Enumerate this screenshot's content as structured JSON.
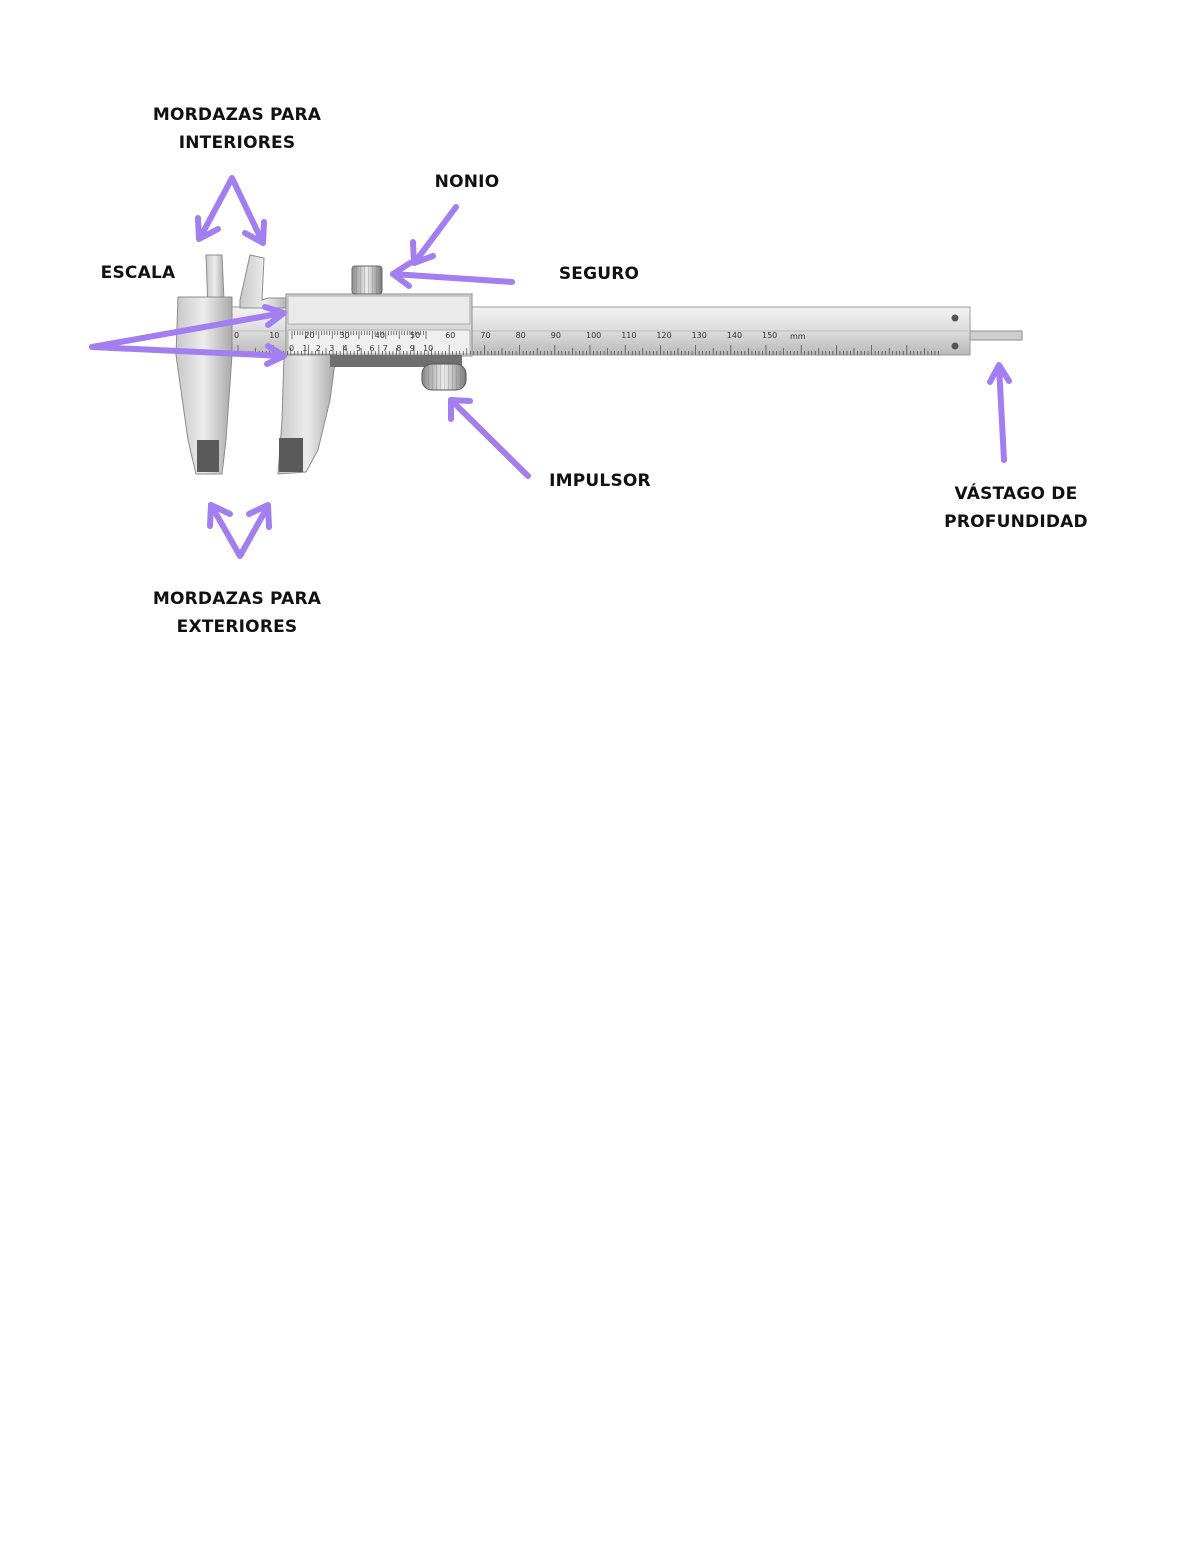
{
  "labels": {
    "inside_jaws": [
      "MORDAZAS PARA",
      "INTERIORES"
    ],
    "vernier": "NONIO",
    "scale": "ESCALA",
    "lock": "SEGURO",
    "thumb_screw": "IMPULSOR",
    "depth_rod": [
      "VÁSTAGO DE",
      "PROFUNDIDAD"
    ],
    "outside_jaws": [
      "MORDAZAS PARA",
      "EXTERIORES"
    ]
  },
  "caliper": {
    "main_scale_numbers": [
      "0",
      "10",
      "20",
      "30",
      "40",
      "50",
      "60",
      "70",
      "80",
      "90",
      "100",
      "110",
      "120",
      "130",
      "140",
      "150"
    ],
    "main_scale_unit": "mm",
    "vernier_numbers": [
      "0",
      "1",
      "2",
      "3",
      "4",
      "5",
      "6",
      "7",
      "8",
      "9",
      "10"
    ]
  },
  "colors": {
    "arrow": "#a27ef0",
    "label_text": "#111111",
    "steel_light": "#e9e9e9",
    "steel_mid": "#bdbdbd",
    "steel_dark": "#6f6f6f"
  }
}
